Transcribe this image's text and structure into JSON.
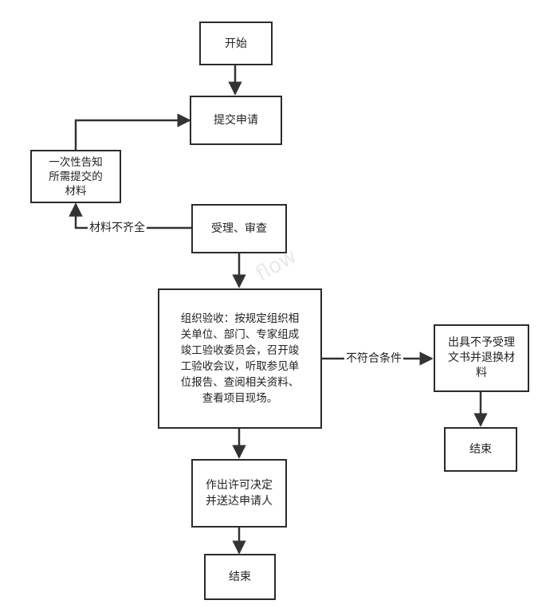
{
  "nodes": {
    "start": "开始",
    "submit": "提交申请",
    "inform": "一次性告知\n所需提交的\n材料",
    "accept": "受理、审查",
    "organize": "组织验收：按规定组织相\n关单位、部门、专家组成\n竣工验收委员会，召开竣\n工验收会议，听取参见单\n位报告、查阅相关资料、\n查看项目现场。",
    "decision": "作出许可决定\n并送达申请人",
    "end_main": "结束",
    "reject": "出具不予受理\n文书并退换材\n料",
    "end_side": "结束"
  },
  "edge_labels": {
    "incomplete": "材料不齐全",
    "not_qualified": "不符合条件"
  },
  "watermark": "flow"
}
